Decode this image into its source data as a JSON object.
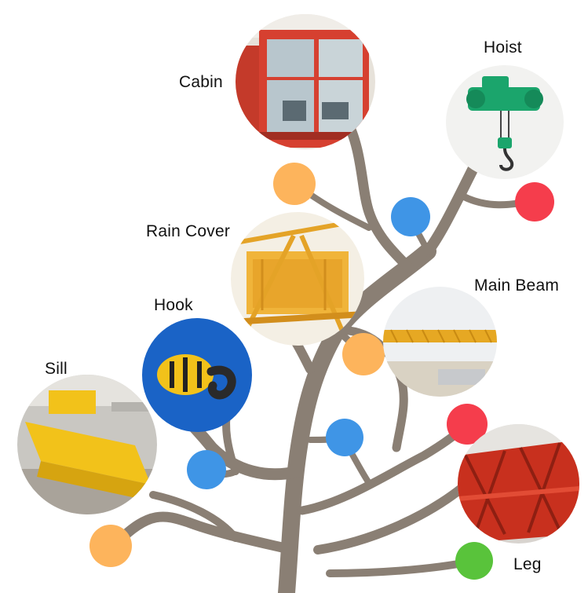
{
  "labels": {
    "cabin": "Cabin",
    "hoist": "Hoist",
    "rain_cover": "Rain Cover",
    "main_beam": "Main Beam",
    "hook": "Hook",
    "sill": "Sill",
    "leg": "Leg"
  },
  "colors": {
    "branch": "#8a7f74",
    "orange_dot": "#fdb45c",
    "blue_dot": "#3f95e6",
    "red_dot": "#f53d4c",
    "green_dot": "#59c33b"
  }
}
